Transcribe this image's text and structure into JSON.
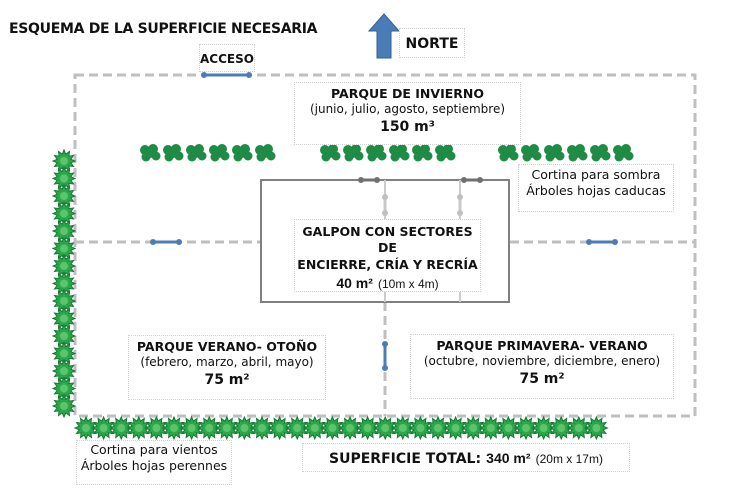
{
  "title": "ESQUEMA DE LA SUPERFICIE NECESARIA",
  "north": {
    "label": "NORTE",
    "icon": "north-arrow-icon",
    "color": "#4a7db8"
  },
  "access": {
    "label": "ACCESO"
  },
  "colors": {
    "boundary": "#bfbfbf",
    "gate": "#4a7db8",
    "shed": "#808080",
    "inner_gate": "#c8c8c8",
    "deciduous_tree": "#1e8c45",
    "evergreen_tree": "#2aa84a"
  },
  "zones": {
    "winter": {
      "name": "PARQUE DE INVIERNO",
      "months": "(junio, julio, agosto, septiembre)",
      "area": "150 m³"
    },
    "shed": {
      "name_line1": "GALPON CON SECTORES DE",
      "name_line2": "ENCIERRE, CRÍA Y RECRÍA",
      "area": "40 m²",
      "dimensions": "(10m x 4m)"
    },
    "summer_autumn": {
      "name": "PARQUE VERANO- OTOÑO",
      "months": "(febrero, marzo, abril, mayo)",
      "area": "75 m²"
    },
    "spring_summer": {
      "name": "PARQUE PRIMAVERA- VERANO",
      "months": "(octubre, noviembre, diciembre, enero)",
      "area": "75 m²"
    }
  },
  "shade_curtain": {
    "line1": "Cortina para sombra",
    "line2": "Árboles hojas caducas"
  },
  "wind_curtain": {
    "line1": "Cortina para vientos",
    "line2": "Árboles hojas perennes"
  },
  "total": {
    "label": "SUPERFICIE TOTAL:",
    "area": "340 m²",
    "dimensions": "(20m x 17m)"
  }
}
